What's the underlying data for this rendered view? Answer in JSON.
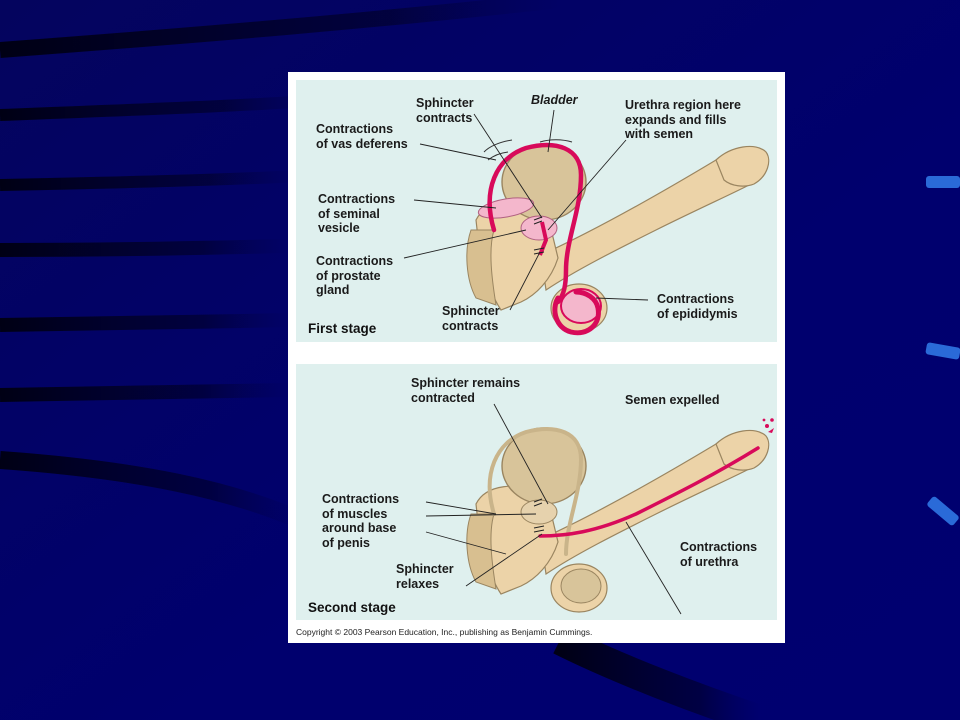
{
  "figure": {
    "panel_1": {
      "stage_title": "First stage",
      "labels": {
        "sphincter_top": "Sphincter\ncontracts",
        "bladder": "Bladder",
        "urethra_region": "Urethra region here\nexpands and fills\nwith semen",
        "vas_deferens": "Contractions\nof vas deferens",
        "seminal_vesicle": "Contractions\nof seminal\nvesicle",
        "prostate": "Contractions\nof prostate\ngland",
        "sphincter_bottom": "Sphincter\ncontracts",
        "epididymis": "Contractions\nof epididymis"
      }
    },
    "panel_2": {
      "stage_title": "Second stage",
      "labels": {
        "sphincter_remains": "Sphincter remains\ncontracted",
        "semen_expelled": "Semen expelled",
        "muscles_base": "Contractions\nof muscles\naround base\nof penis",
        "sphincter_relaxes": "Sphincter\nrelaxes",
        "urethra": "Contractions\nof urethra"
      }
    },
    "copyright": "Copyright © 2003 Pearson Education, Inc., publishing as Benjamin Cummings."
  },
  "colors": {
    "slide_background": "#00006a",
    "panel_background": "#dff0ee",
    "tissue": "#ecd3a8",
    "tissue_outline": "#9a8560",
    "bladder": "#d8c49a",
    "highlight": "#d80a5a",
    "pink_gland": "#f4b7cc"
  }
}
